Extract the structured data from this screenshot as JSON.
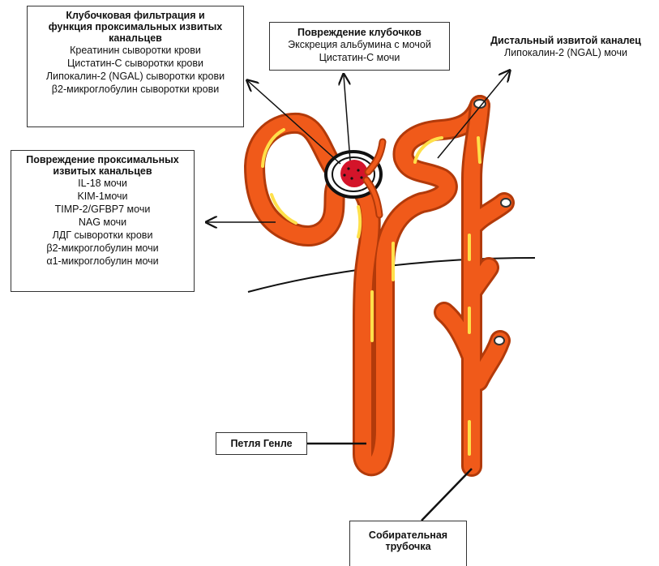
{
  "boxes": {
    "filtration": {
      "title": [
        "Клубочковая фильтрация и",
        "функция проксимальных извитых",
        "канальцев"
      ],
      "items": [
        "Креатинин сыворотки крови",
        "Цистатин-С сыворотки крови",
        "Липокалин-2 (NGAL) сыворотки крови",
        "β2-микроглобулин сыворотки крови"
      ]
    },
    "glomerular": {
      "title": "Повреждение клубочков",
      "items": [
        "Экскреция альбумина с мочой",
        "Цистатин-С мочи"
      ]
    },
    "distal": {
      "title": "Дистальный извитой каналец",
      "items": [
        "Липокалин-2 (NGAL) мочи"
      ]
    },
    "proximal": {
      "title": [
        "Повреждение проксимальных",
        "извитых канальцев"
      ],
      "items": [
        "IL-18 мочи",
        "KIM-1мочи",
        "TIMP-2/GFBP7 мочи",
        "NAG мочи",
        "ЛДГ сыворотки крови",
        "β2-микроглобулин мочи",
        "α1-микроглобулин мочи"
      ]
    },
    "henle": {
      "title": "Петля Генле"
    },
    "collecting": {
      "title": [
        "Собирательная",
        "трубочка"
      ]
    }
  },
  "colors": {
    "tubule": "#f05a1a",
    "tubule_outline": "#b23a0a",
    "highlight": "#ffe04a",
    "glomerulus": "#d4142a",
    "arrow": "#111111"
  }
}
